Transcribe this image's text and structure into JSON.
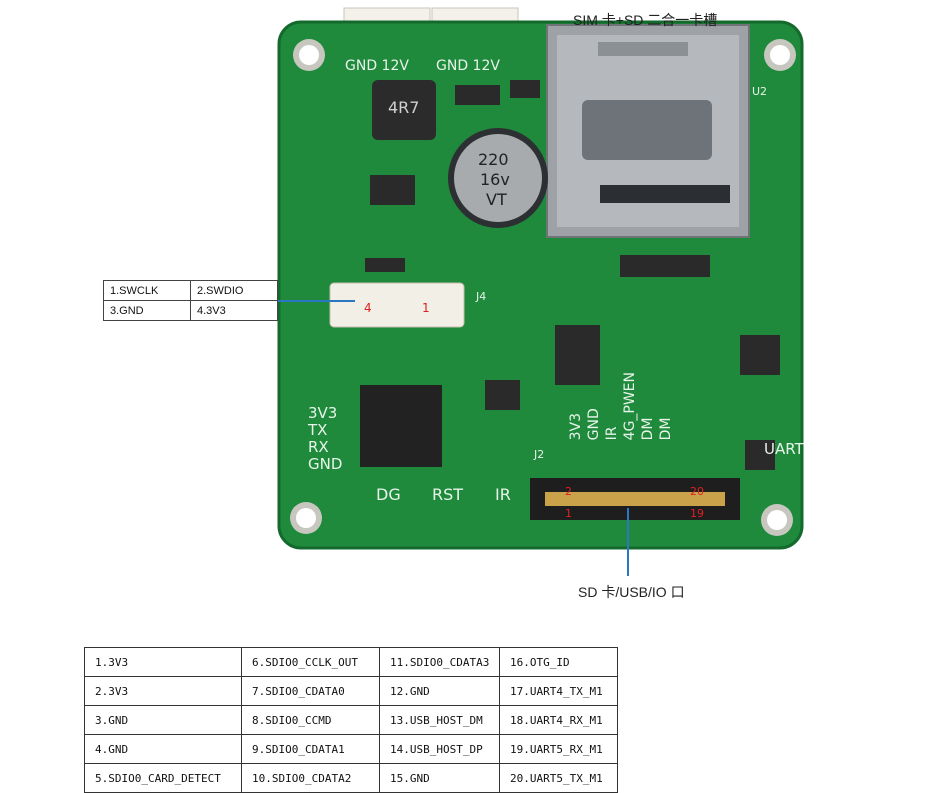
{
  "labels": {
    "sim_slot": "SIM 卡+SD 二合一卡槽",
    "sd_port": "SD 卡/USB/IO 口"
  },
  "silkscreen": {
    "gnd12v_a": "GND 12V",
    "gnd12v_b": "GND 12V",
    "inductor": "4R7",
    "cap_line1": "220",
    "cap_line2": "16v",
    "cap_line3": "VT",
    "u2": "U2",
    "j4": "J4",
    "j2": "J2",
    "uart": "UART",
    "dg": "DG",
    "rst": "RST",
    "ir": "IR",
    "pwen": "4G_PWEN",
    "left_pins": [
      "3V3",
      "TX",
      "RX",
      "GND"
    ],
    "j2_pins": [
      "3V3",
      "GND",
      "IR",
      "4G_PWEN",
      "DM",
      "DM"
    ],
    "pin_2": "2",
    "pin_20": "20",
    "pin_1": "1",
    "pin_19": "19",
    "j4_pin4": "4",
    "j4_pin1": "1"
  },
  "swd_table": [
    [
      "1.SWCLK",
      "2.SWDIO"
    ],
    [
      "3.GND",
      "4.3V3"
    ]
  ],
  "pin_table": [
    [
      "1.3V3",
      "6.SDIO0_CCLK_OUT",
      "11.SDIO0_CDATA3",
      "16.OTG_ID"
    ],
    [
      "2.3V3",
      "7.SDIO0_CDATA0",
      "12.GND",
      "17.UART4_TX_M1"
    ],
    [
      "3.GND",
      "8.SDIO0_CCMD",
      "13.USB_HOST_DM",
      "18.UART4_RX_M1"
    ],
    [
      "4.GND",
      "9.SDIO0_CDATA1",
      "14.USB_HOST_DP",
      "19.UART5_RX_M1"
    ],
    [
      "5.SDIO0_CARD_DETECT",
      "10.SDIO0_CDATA2",
      "15.GND",
      "20.UART5_TX_M1"
    ]
  ],
  "colors": {
    "pcb": "#1f8a3c",
    "pcb_dark": "#14692c",
    "silk": "#e8f4ea",
    "metal": "#b9bcc0",
    "callout_line": "#2a78c4",
    "pin_red": "#e02020"
  }
}
